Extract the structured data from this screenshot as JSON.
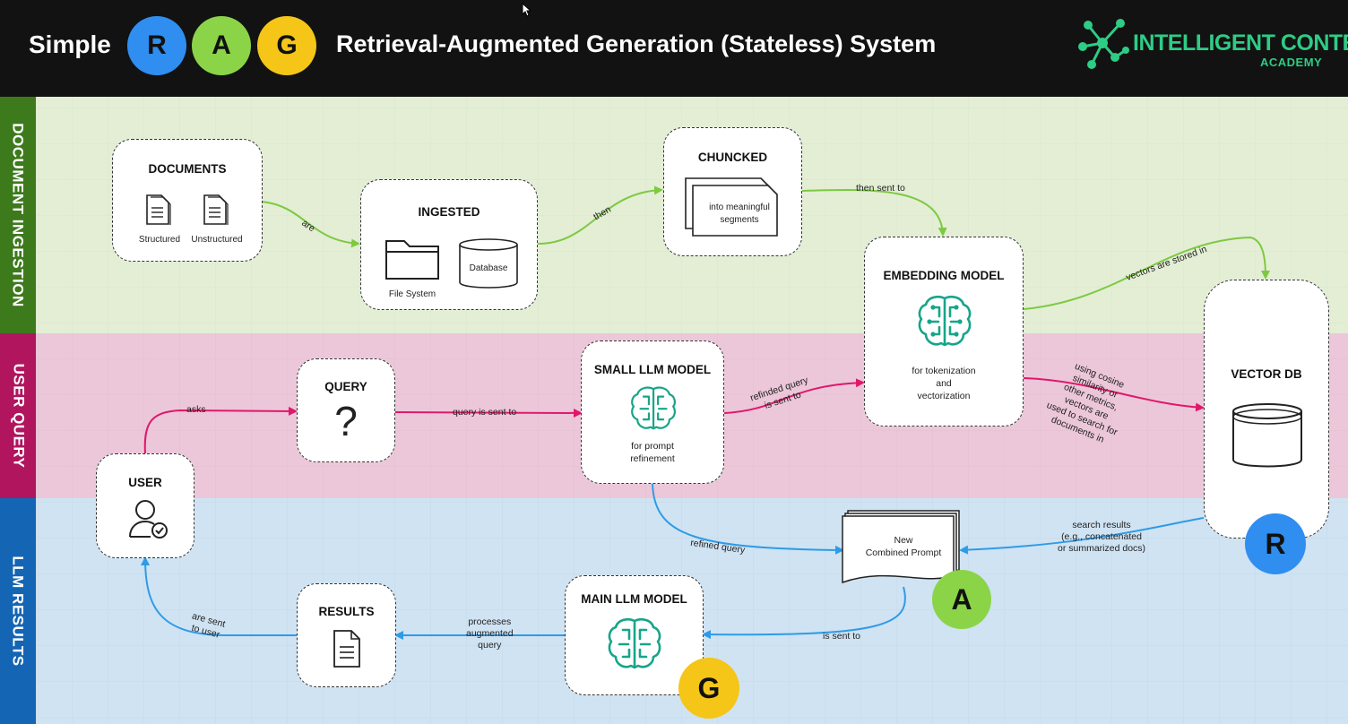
{
  "header": {
    "simple": "Simple",
    "letters": [
      "R",
      "A",
      "G"
    ],
    "title": "Retrieval-Augmented Generation (Stateless) System",
    "logo_top": "INTELLIGENT CONTENT",
    "logo_bottom": "ACADEMY"
  },
  "colors": {
    "r": "#2f8ef0",
    "a": "#8bd448",
    "g": "#f5c518",
    "green_lane": "#e3eed5",
    "pink_lane": "#ecc7d9",
    "blue_lane": "#cfe3f3",
    "green_label": "#3d7a1c",
    "pink_label": "#b0155e",
    "blue_label": "#1565b5",
    "green_edge": "#7dc940",
    "pink_edge": "#e0186b",
    "blue_edge": "#2f9be6"
  },
  "lanes": [
    "DOCUMENT INGESTION",
    "USER QUERY",
    "LLM RESULTS"
  ],
  "nodes": {
    "documents": {
      "title": "DOCUMENTS",
      "items": [
        "Structured",
        "Unstructured"
      ]
    },
    "ingested": {
      "title": "INGESTED",
      "items": [
        "File System",
        "Database"
      ]
    },
    "chunked": {
      "title": "CHUNCKED",
      "text": [
        "into meaningful",
        "segments"
      ]
    },
    "embedding": {
      "title": "EMBEDDING MODEL",
      "text": [
        "for tokenization",
        "and",
        "vectorization"
      ]
    },
    "vector_db": {
      "title": "VECTOR DB",
      "badge": "R"
    },
    "query": {
      "title": "QUERY",
      "icon": "?"
    },
    "small_llm": {
      "title": "SMALL LLM MODEL",
      "text": [
        "for prompt",
        "refinement"
      ]
    },
    "user": {
      "title": "USER"
    },
    "combined": {
      "text": [
        "New",
        "Combined Prompt"
      ],
      "badge": "A"
    },
    "main_llm": {
      "title": "MAIN LLM MODEL",
      "badge": "G"
    },
    "results": {
      "title": "RESULTS"
    }
  },
  "edges": {
    "are": "are",
    "then": "then",
    "then_sent_to": "then sent to",
    "vectors_stored": "vectors are stored in",
    "asks": "asks",
    "query_sent": "query is sent to",
    "refined_query_sent": [
      "refinded query",
      "is sent to"
    ],
    "cosine": [
      "using cosine",
      "similarity or",
      "other metrics,",
      "vectors are",
      "used to search for",
      "documents in"
    ],
    "refined_query": "refined query",
    "search_results": [
      "search results",
      "(e.g., concatenated",
      "or summarized docs)"
    ],
    "is_sent_to": "is sent to",
    "processes": [
      "processes",
      "augmented",
      "query"
    ],
    "are_sent_to_user": [
      "are sent",
      "to user"
    ]
  }
}
